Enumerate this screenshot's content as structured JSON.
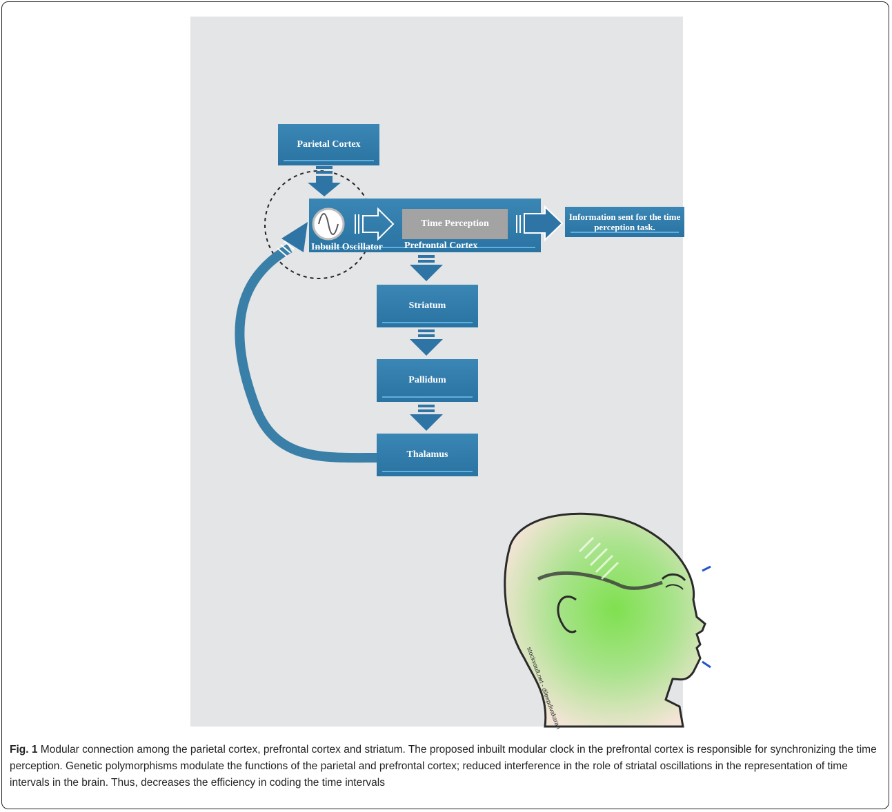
{
  "diagram": {
    "nodes": {
      "parietal": "Parietal Cortex",
      "prefrontal": "Prefrontal Cortex",
      "oscillator": "Inbuilt Oscillator",
      "time_perception": "Time Perception",
      "information": "Information sent for the time perception task.",
      "striatum": "Striatum",
      "pallidum": "Pallidum",
      "thalamus": "Thalamus"
    },
    "watermark": "stockvault.net - dileepdivakaran",
    "colors": {
      "box": "#2e7aa8",
      "arrow": "#2e74a5",
      "bubble": "#e4e5e6",
      "time_perception_box": "#a3a3a3",
      "feedback_arc": "#3a7fa8"
    },
    "icons": [
      "sine-wave-icon",
      "head-profile-icon",
      "dna-helix-icon"
    ]
  },
  "caption": {
    "label": "Fig. 1",
    "text": " Modular connection among the parietal cortex, prefrontal cortex and striatum. The proposed inbuilt modular clock in the prefrontal cortex is responsible for synchronizing the time perception. Genetic polymorphisms modulate the functions of the parietal and prefrontal cortex; reduced interference in the role of striatal oscillations in the representation of time intervals in the brain. Thus, decreases the efficiency in coding the time intervals"
  }
}
